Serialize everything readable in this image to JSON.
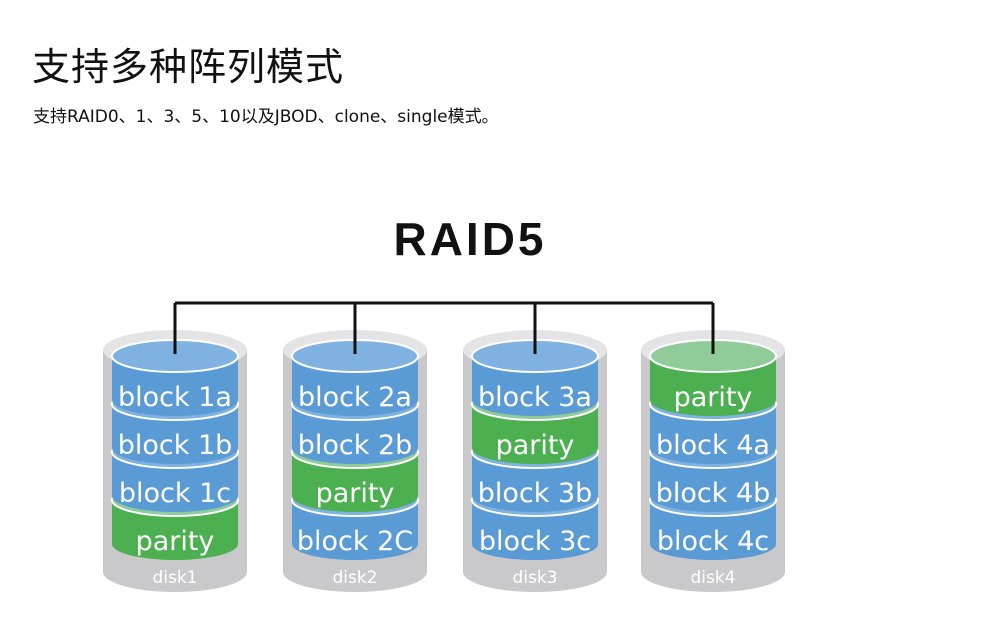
{
  "header": {
    "title": "支持多种阵列模式",
    "subtitle": "支持RAID0、1、3、5、10以及JBOD、clone、single模式。"
  },
  "diagram": {
    "title": "RAID5",
    "colors": {
      "data_block": "#5b9bd5",
      "data_top": "#7fb2e0",
      "parity_block": "#4caf50",
      "parity_top": "#8fcc9a",
      "disk_shell": "#c9c9cc",
      "connector": "#111111"
    },
    "disks": [
      {
        "label": "disk1",
        "blocks": [
          {
            "type": "data",
            "label": "block 1a"
          },
          {
            "type": "data",
            "label": "block 1b"
          },
          {
            "type": "data",
            "label": "block 1c"
          },
          {
            "type": "parity",
            "label": "parity"
          }
        ]
      },
      {
        "label": "disk2",
        "blocks": [
          {
            "type": "data",
            "label": "block 2a"
          },
          {
            "type": "data",
            "label": "block 2b"
          },
          {
            "type": "parity",
            "label": "parity"
          },
          {
            "type": "data",
            "label": "block 2C"
          }
        ]
      },
      {
        "label": "disk3",
        "blocks": [
          {
            "type": "data",
            "label": "block 3a"
          },
          {
            "type": "parity",
            "label": "parity"
          },
          {
            "type": "data",
            "label": "block 3b"
          },
          {
            "type": "data",
            "label": "block 3c"
          }
        ]
      },
      {
        "label": "disk4",
        "blocks": [
          {
            "type": "parity",
            "label": "parity"
          },
          {
            "type": "data",
            "label": "block 4a"
          },
          {
            "type": "data",
            "label": "block 4b"
          },
          {
            "type": "data",
            "label": "block 4c"
          }
        ]
      }
    ]
  }
}
